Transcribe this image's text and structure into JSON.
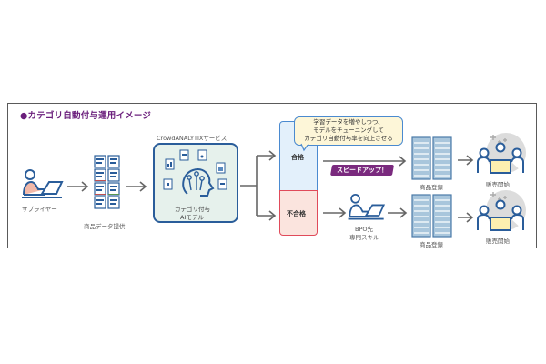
{
  "title": "●カテゴリ自動付与運用イメージ",
  "colors": {
    "title": "#6b1f7c",
    "primary_blue": "#2a5d9a",
    "pass_bg": "#e3f0fb",
    "fail_bg": "#fbe4de",
    "fail_border": "#e04a5a",
    "speed_badge": "#7a2a7e",
    "bubble_bg": "#fdf6d8"
  },
  "nodes": {
    "supplier": {
      "label": "サプライヤー",
      "icon": "person-at-laptop-icon"
    },
    "product_data": {
      "label": "商品データ提供",
      "icon": "document-stack-icon"
    },
    "service": {
      "header": "CrowdANALYTIXサービス",
      "line1": "カテゴリ付与",
      "line2": "AIモデル",
      "icon": "ai-brain-icon"
    },
    "pass": {
      "label": "合格"
    },
    "fail": {
      "label": "不合格"
    },
    "bpo": {
      "line1": "BPO先",
      "line2": "専門スキル",
      "icon": "person-at-laptop-icon"
    },
    "register_top": {
      "label": "商品登録",
      "icon": "server-rack-icon"
    },
    "register_bottom": {
      "label": "商品登録",
      "icon": "server-rack-icon"
    },
    "sales_top": {
      "label": "販売開始",
      "icon": "team-meeting-icon"
    },
    "sales_bottom": {
      "label": "販売開始",
      "icon": "team-meeting-icon"
    }
  },
  "callout": {
    "line1": "学習データを増やしつつ、",
    "line2": "モデルをチューニングして",
    "line3": "カテゴリ自動付与率を向上させる"
  },
  "speed_badge": "スピードアップ！"
}
